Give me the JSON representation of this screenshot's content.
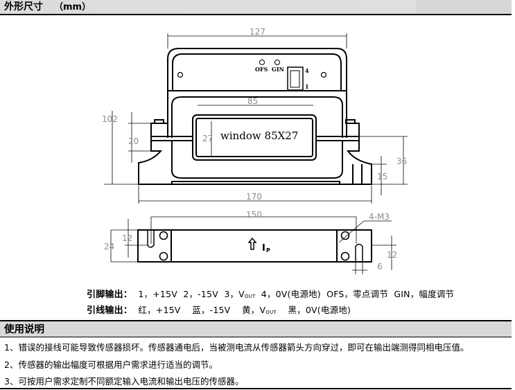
{
  "header": {
    "title": "外形尺寸",
    "unit": "（mm）"
  },
  "drawing": {
    "top_view": {
      "width_label": "127",
      "ofs_label": "OFS",
      "gin_label": "GIN",
      "connector_pin_top": "4",
      "connector_pin_bottom": "1",
      "window_width_label": "85",
      "window_height_label": "27",
      "window_text": "window 85X27",
      "height_label": "102",
      "flange_label": "20",
      "base_width_label": "170",
      "right_height_label": "36",
      "right_step_label": "15"
    },
    "side_view": {
      "hole_spacing_label": "150",
      "screw_label": "4-M3",
      "height_label": "24",
      "left_slot_label": "12",
      "right_slot_label": "12",
      "slot_width_label": "6",
      "current_label": "I",
      "current_sub": "P"
    }
  },
  "pins": {
    "row1_label": "引脚输出：",
    "row1_items": [
      "1，+15V",
      "2，-15V",
      "3，V",
      "OUT",
      "4，0V(电源地)",
      "OFS，零点调节",
      "GIN，幅度调节"
    ],
    "row2_label": "引线输出：",
    "row2_items": [
      "红，+15V",
      "蓝，-15V",
      "黄，V",
      "OUT",
      "黑，0V(电源地)"
    ]
  },
  "usage": {
    "title": "使用说明",
    "notes": [
      "1、错误的接线可能导致传感器损坏。传感器通电后，当被测电流从传感器箭头方向穿过，即可在输出端测得同相电压值。",
      "2、传感器的输出幅度可根据用户需求进行适当的调节。",
      "3、可按用户需求定制不同额定输入电流和输出电压的传感器。"
    ]
  }
}
